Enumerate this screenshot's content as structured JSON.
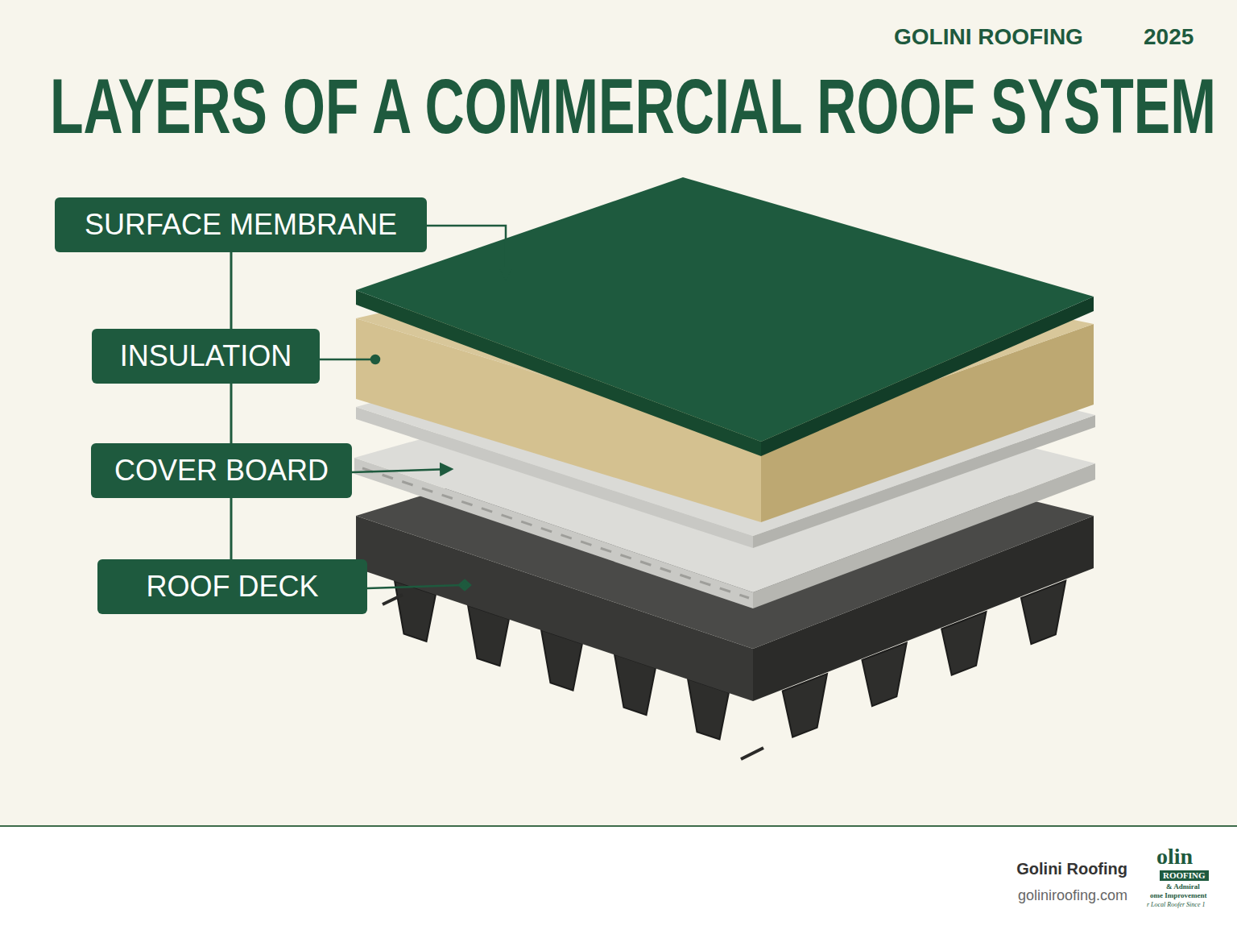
{
  "diagram": {
    "title": "LAYERS OF A COMMERCIAL ROOF SYSTEM",
    "nodes": [
      {
        "text": [
          "SURFACE MEMBRANE"
        ]
      },
      {
        "text": [
          "INSULATION"
        ]
      },
      {
        "text": [
          "COVER BOARD"
        ]
      },
      {
        "text": [
          "ROOF DECK"
        ]
      }
    ],
    "edges": [
      {
        "from": 0,
        "to": 1,
        "arrow": "none"
      },
      {
        "from": 1,
        "to": 2,
        "arrow": "none"
      },
      {
        "from": 2,
        "to": 3,
        "arrow": "none"
      }
    ],
    "labels": [
      "GOLINI ROOFING",
      "2025",
      "Golini Roofing",
      "goliniroofing.com",
      "olin",
      "ROOFING",
      "& Admiral",
      "ome Improvement",
      "r Local Roofer Since 1"
    ]
  }
}
